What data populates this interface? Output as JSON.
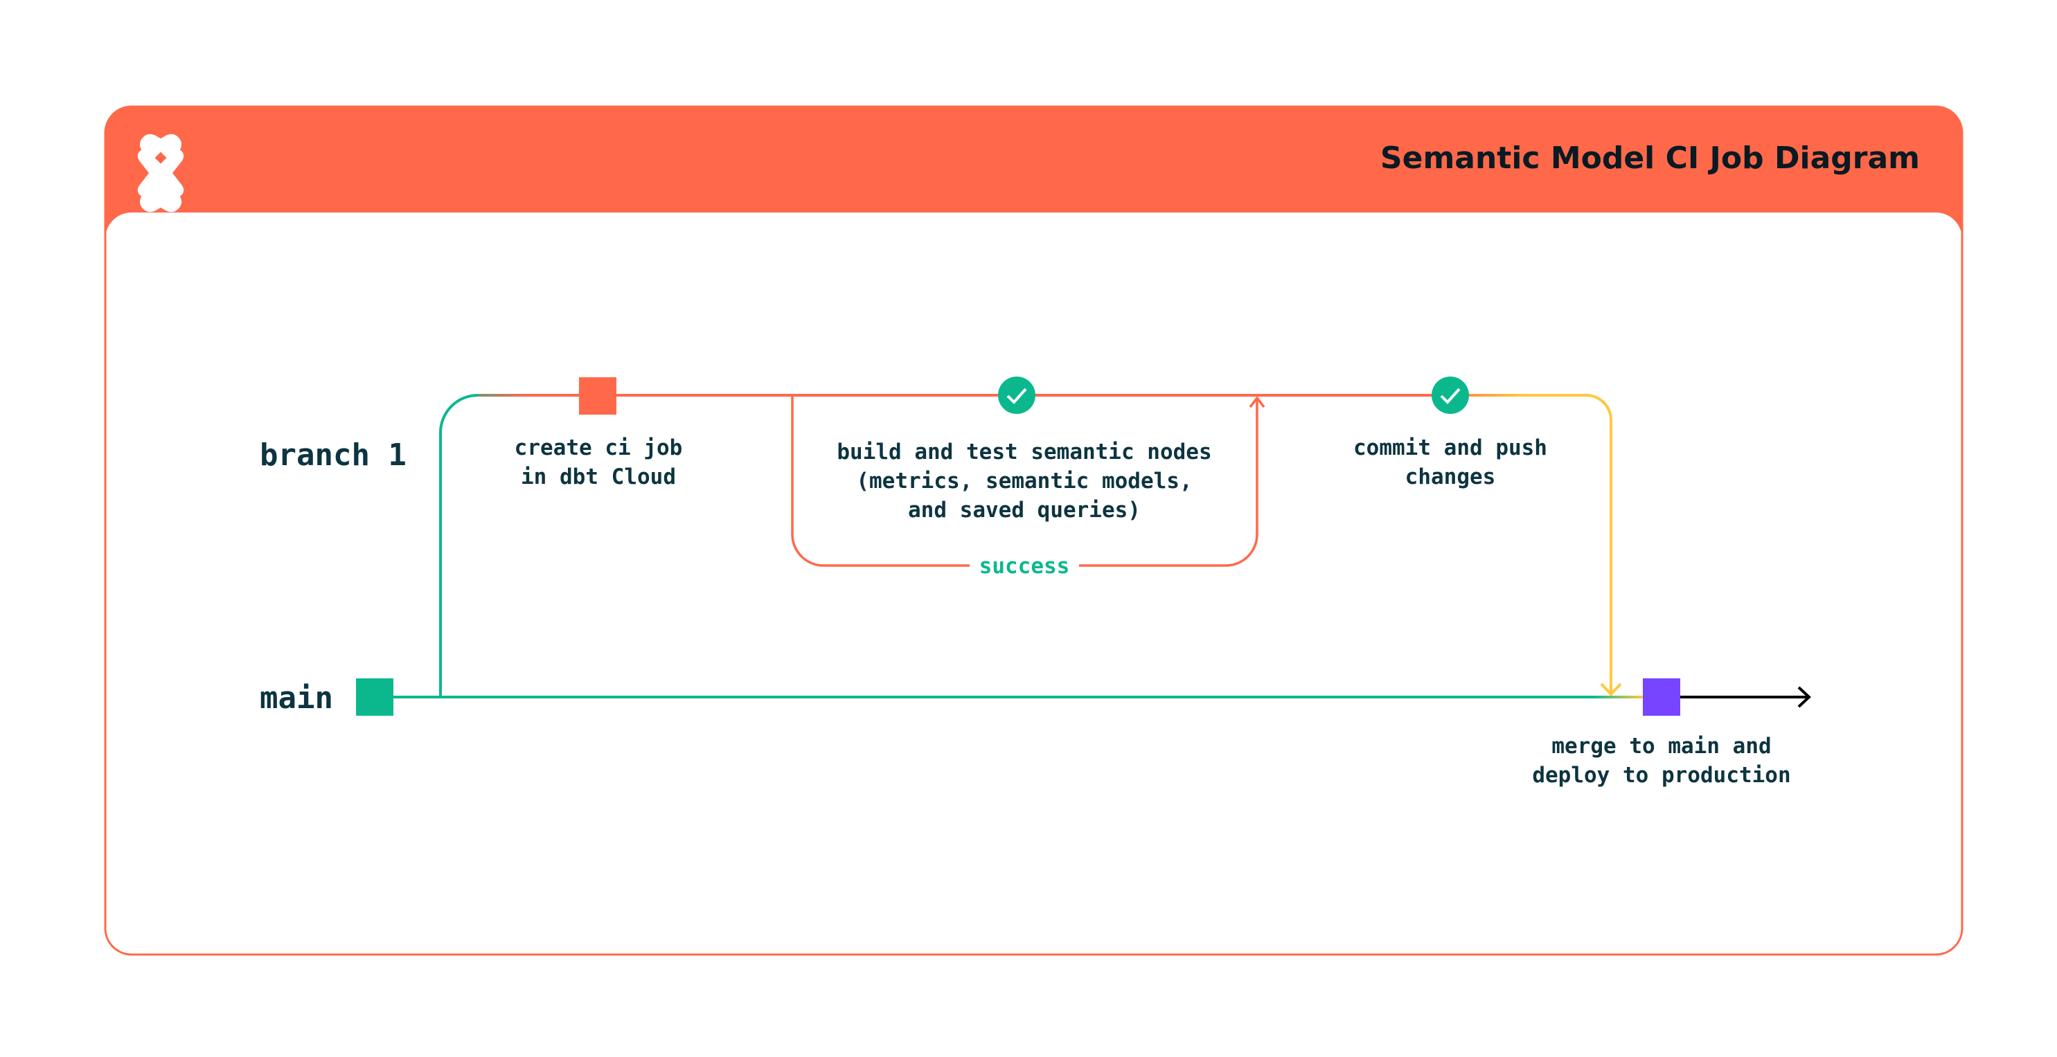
{
  "header": {
    "title": "Semantic Model CI Job Diagram",
    "logo": "dbt-logo"
  },
  "lanes": {
    "branch": "branch 1",
    "main": "main"
  },
  "steps": {
    "create": [
      "create ci job",
      "in dbt Cloud"
    ],
    "build": [
      "build and test semantic nodes",
      "(metrics, semantic models,",
      "and saved queries)"
    ],
    "loop_label": "success",
    "commit": [
      "commit and push",
      "changes"
    ],
    "merge": [
      "merge to main and",
      "deploy to production"
    ]
  },
  "icons": {
    "step_done": "check-circle-icon",
    "end": "arrow-right-icon"
  },
  "colors": {
    "brand": "#FF694A",
    "main": "#0BB88E",
    "commit_path": "#FFC83D",
    "merge_node": "#7744FF",
    "text": "#0D3440"
  }
}
